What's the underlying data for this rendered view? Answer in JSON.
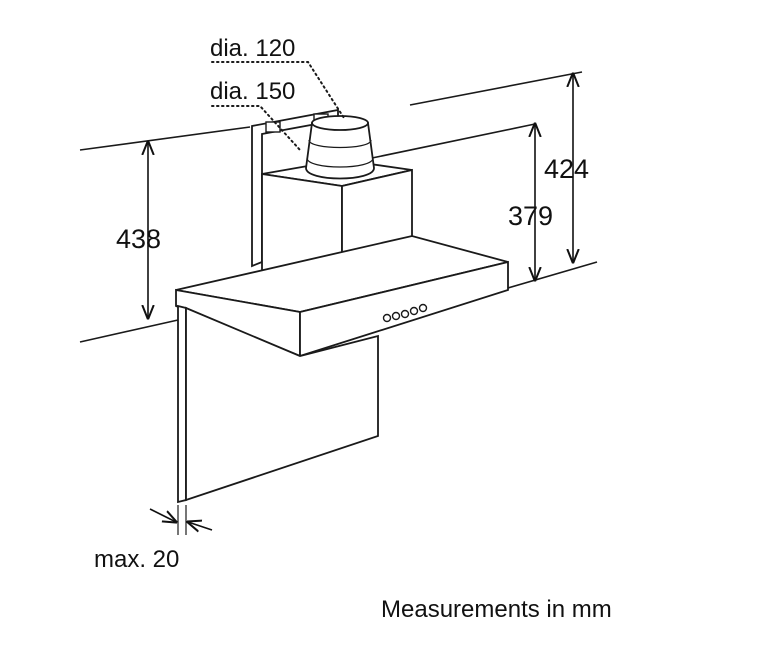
{
  "labels": {
    "dia_120": "dia. 120",
    "dia_150": "dia. 150",
    "dim_438": "438",
    "dim_379": "379",
    "dim_424": "424",
    "max_20": "max. 20",
    "units": "Measurements in mm"
  },
  "colors": {
    "line": "#1a1a1a",
    "background": "#ffffff"
  }
}
